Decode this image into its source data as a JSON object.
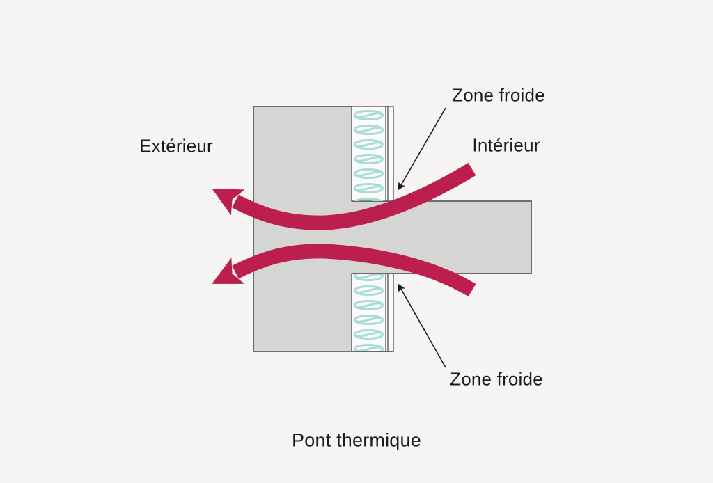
{
  "labels": {
    "exterior": "Extérieur",
    "interior": "Intérieur",
    "cold_zone_top": "Zone froide",
    "cold_zone_bottom": "Zone froide",
    "caption": "Pont thermique"
  },
  "diagram": {
    "type": "thermal-bridge-cross-section",
    "wall_layers": [
      "mur (masonry)",
      "isolation (insulation batting)",
      "plaque intérieure (board)"
    ],
    "slab": "plancher (floor slab) crossing the wall",
    "heat_flow_arrows": 2,
    "cold_zone_pointers": 2
  },
  "colors": {
    "background": "#f6f5f4",
    "wall_fill": "#d5d5d4",
    "wall_border": "#5d5d5d",
    "insulation_fill": "#fbfbfb",
    "insulation_squiggle": "#a8dcd9",
    "heat_arrow": "#bb1e4f",
    "pointer_line": "#1a1a1a",
    "text": "#1b1b1d"
  }
}
